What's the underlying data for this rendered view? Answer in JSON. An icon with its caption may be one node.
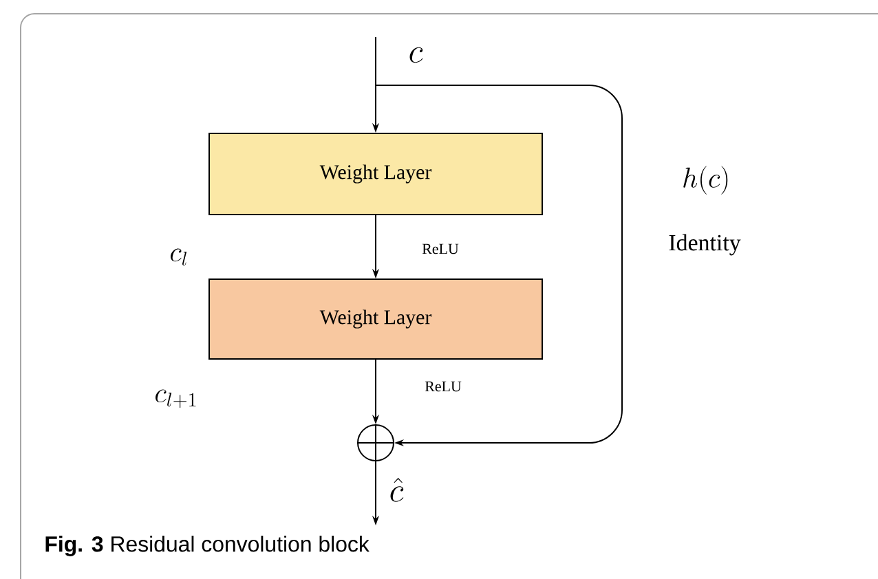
{
  "diagram": {
    "caption": "**Fig. 3** Residual convolution block",
    "nodes": [
      {
        "text": [
          "Weight Layer"
        ]
      },
      {
        "text": [
          "Weight Layer"
        ]
      },
      {
        "text": [],
        "shape": "circle"
      }
    ],
    "edges": [
      {
        "from": null,
        "to": 0,
        "arrow": "to",
        "label": "c"
      },
      {
        "from": 0,
        "to": 1,
        "arrow": "to",
        "label": "ReLU"
      },
      {
        "from": 1,
        "to": 2,
        "arrow": "to",
        "label": "ReLU"
      },
      {
        "from": null,
        "to": 2,
        "arrow": "to"
      },
      {
        "from": 2,
        "to": null,
        "arrow": "to",
        "label": "\\hat{c}"
      }
    ],
    "labels": [
      "c_l",
      "c_{l+1}",
      "h(c)",
      "Identity"
    ]
  }
}
